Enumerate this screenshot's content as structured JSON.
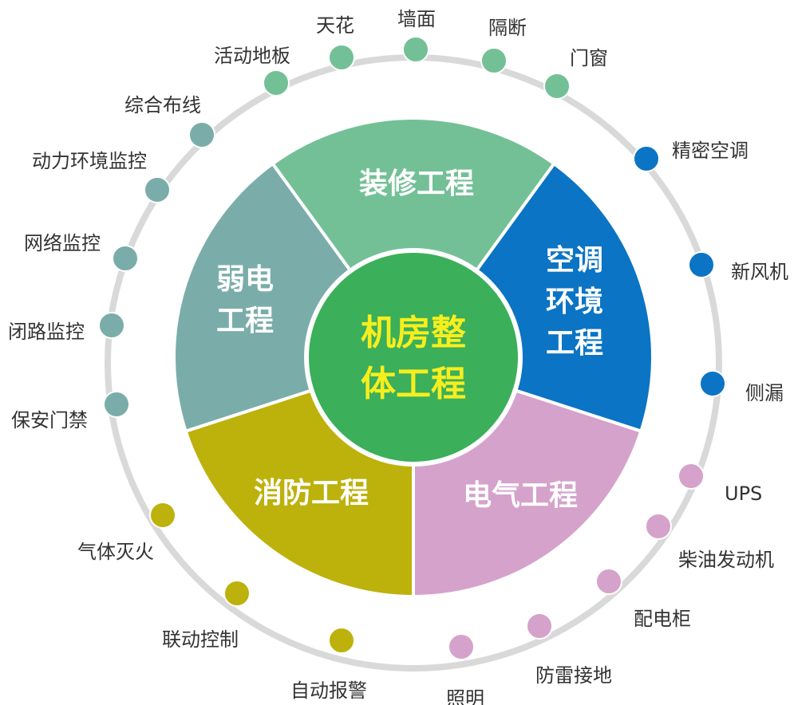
{
  "center": {
    "lines": [
      "机房整",
      "体工程"
    ],
    "fill": "#3baf5a",
    "text_color": "#f7ee1e"
  },
  "segments": [
    {
      "id": "decoration",
      "lines": [
        "装修工程"
      ],
      "color": "#74c096"
    },
    {
      "id": "hvac",
      "lines": [
        "空调",
        "环境",
        "工程"
      ],
      "color": "#0b74c4"
    },
    {
      "id": "electrical",
      "lines": [
        "电气工程"
      ],
      "color": "#d5a2cb"
    },
    {
      "id": "fire",
      "lines": [
        "消防工程"
      ],
      "color": "#bdb10c"
    },
    {
      "id": "weak",
      "lines": [
        "弱电",
        "工程"
      ],
      "color": "#7aadaa"
    }
  ],
  "nodes": [
    {
      "label": "天花",
      "group": "decoration"
    },
    {
      "label": "墙面",
      "group": "decoration"
    },
    {
      "label": "隔断",
      "group": "decoration"
    },
    {
      "label": "门窗",
      "group": "decoration"
    },
    {
      "label": "活动地板",
      "group": "decoration"
    },
    {
      "label": "精密空调",
      "group": "hvac"
    },
    {
      "label": "新风机",
      "group": "hvac"
    },
    {
      "label": "侧漏",
      "group": "hvac"
    },
    {
      "label": "UPS",
      "group": "electrical"
    },
    {
      "label": "柴油发动机",
      "group": "electrical"
    },
    {
      "label": "配电柜",
      "group": "electrical"
    },
    {
      "label": "防雷接地",
      "group": "electrical"
    },
    {
      "label": "照明",
      "group": "electrical"
    },
    {
      "label": "自动报警",
      "group": "fire"
    },
    {
      "label": "联动控制",
      "group": "fire"
    },
    {
      "label": "气体灭火",
      "group": "fire"
    },
    {
      "label": "保安门禁",
      "group": "weak"
    },
    {
      "label": "闭路监控",
      "group": "weak"
    },
    {
      "label": "网络监控",
      "group": "weak"
    },
    {
      "label": "动力环境监控",
      "group": "weak"
    },
    {
      "label": "综合布线",
      "group": "weak"
    }
  ],
  "ring_color": "#d9d9d9"
}
